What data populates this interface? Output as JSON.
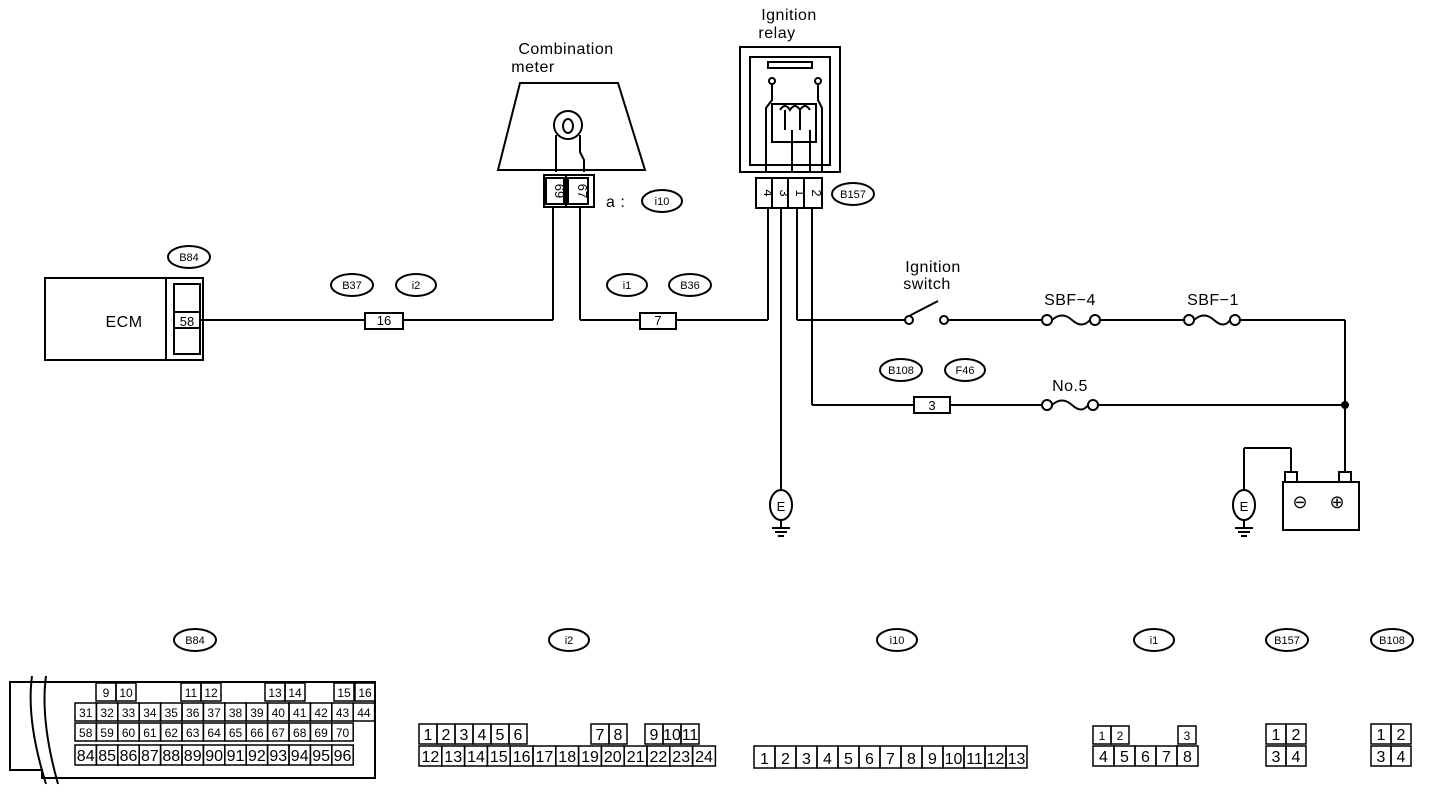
{
  "components": {
    "ecm": "ECM",
    "ecm_pin": "58",
    "combination_meter": [
      "Combination",
      "meter"
    ],
    "meter_pins": [
      "69",
      "67"
    ],
    "meter_connector_prefix": "a :",
    "ignition_relay": [
      "Ignition",
      "relay"
    ],
    "relay_pins": [
      "4",
      "3",
      "1",
      "2"
    ],
    "ignition_switch": [
      "Ignition",
      "switch"
    ],
    "fuse_sbf4": "SBF−4",
    "fuse_sbf1": "SBF−1",
    "fuse_no5": "No.5",
    "ground": "E",
    "battery_neg": "⊖",
    "battery_pos": "⊕"
  },
  "connector_labels": {
    "b84": "B84",
    "b37": "B37",
    "i2": "i2",
    "i1": "i1",
    "b36": "B36",
    "i10": "i10",
    "b157": "B157",
    "b108": "B108",
    "f46": "F46"
  },
  "inline_pins": {
    "b37_i2": "16",
    "i1_b36": "7",
    "b108_f46": "3"
  },
  "connector_views": {
    "b84": {
      "row1": [
        "9",
        "10",
        "11",
        "12",
        "13",
        "14",
        "15",
        "16"
      ],
      "row2": [
        "31",
        "32",
        "33",
        "34",
        "35",
        "36",
        "37",
        "38",
        "39",
        "40",
        "41",
        "42",
        "43",
        "44"
      ],
      "row3": [
        "58",
        "59",
        "60",
        "61",
        "62",
        "63",
        "64",
        "65",
        "66",
        "67",
        "68",
        "69",
        "70"
      ],
      "row4": [
        "84",
        "85",
        "86",
        "87",
        "88",
        "89",
        "90",
        "91",
        "92",
        "93",
        "94",
        "95",
        "96"
      ]
    },
    "i2": {
      "row1": [
        "1",
        "2",
        "3",
        "4",
        "5",
        "6",
        "7",
        "8",
        "9",
        "10",
        "11"
      ],
      "row2": [
        "12",
        "13",
        "14",
        "15",
        "16",
        "17",
        "18",
        "19",
        "20",
        "21",
        "22",
        "23",
        "24"
      ]
    },
    "i10": [
      "1",
      "2",
      "3",
      "4",
      "5",
      "6",
      "7",
      "8",
      "9",
      "10",
      "11",
      "12",
      "13"
    ],
    "i1": {
      "row1": [
        "1",
        "2",
        "3"
      ],
      "row2": [
        "4",
        "5",
        "6",
        "7",
        "8"
      ]
    },
    "b157": [
      "1",
      "2",
      "3",
      "4"
    ],
    "b108": [
      "1",
      "2",
      "3",
      "4"
    ]
  },
  "colors": {
    "line": "#000000",
    "background": "#ffffff"
  }
}
